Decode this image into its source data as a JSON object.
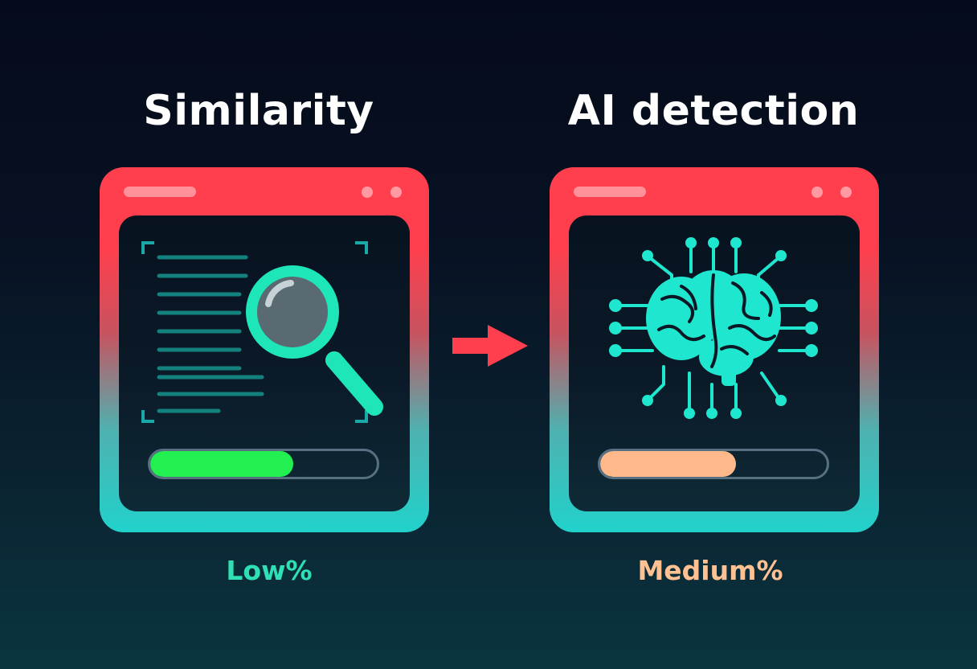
{
  "left_card": {
    "title": "Similarity",
    "result_label": "Low%",
    "progress_level": 0.63,
    "fill_color": "#22f050",
    "result_color": "#2ee0b3"
  },
  "right_card": {
    "title": "AI detection",
    "result_label": "Medium%",
    "progress_level": 0.6,
    "fill_color": "#ffb98a",
    "result_color": "#ffc191"
  },
  "colors": {
    "window_top": "#ff3f4d",
    "window_bottom": "#21d2cb",
    "accent_teal": "#1fe6cf",
    "arrow": "#ff3f4d"
  },
  "icons": {
    "left": "magnifier-document-icon",
    "right": "brain-circuit-icon",
    "connector": "arrow-right-icon"
  }
}
